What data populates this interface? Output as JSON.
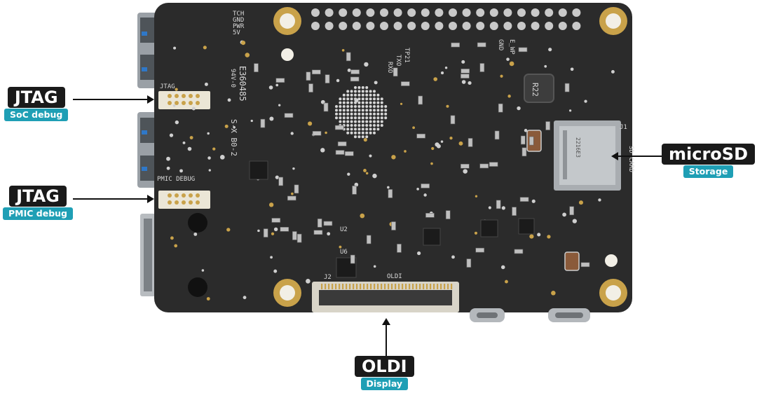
{
  "callouts": {
    "jtag_soc": {
      "title": "JTAG",
      "subtitle": "SoC debug"
    },
    "jtag_pmic": {
      "title": "JTAG",
      "subtitle": "PMIC debug"
    },
    "microsd": {
      "title": "microSD",
      "subtitle": "Storage"
    },
    "oldi": {
      "title": "OLDI",
      "subtitle": "Display"
    }
  },
  "silkscreen": {
    "cert": "E360485",
    "rating": "94V-0",
    "rev": "S-X B0-2",
    "jtag": "JTAG",
    "pmic_debug": "PMIC DEBUG",
    "sd_card": "SD CARD",
    "oldi": "OLDI",
    "uart_pins": [
      "TP21",
      "TXO",
      "RXO"
    ],
    "power_pins": [
      "TCH",
      "GND",
      "PWR",
      "5V"
    ],
    "gnd": "GND",
    "ewp": "E_WP",
    "inductor": "R22",
    "sd_code": "2216E3",
    "j2": "J2",
    "j1": "J1",
    "u2": "U2",
    "u6": "U6"
  },
  "colors": {
    "board": "#2b2b2b",
    "callout_title_bg": "#1a1a1a",
    "callout_sub_bg": "#1f9fb5",
    "gold_pad": "#c9a24a"
  }
}
